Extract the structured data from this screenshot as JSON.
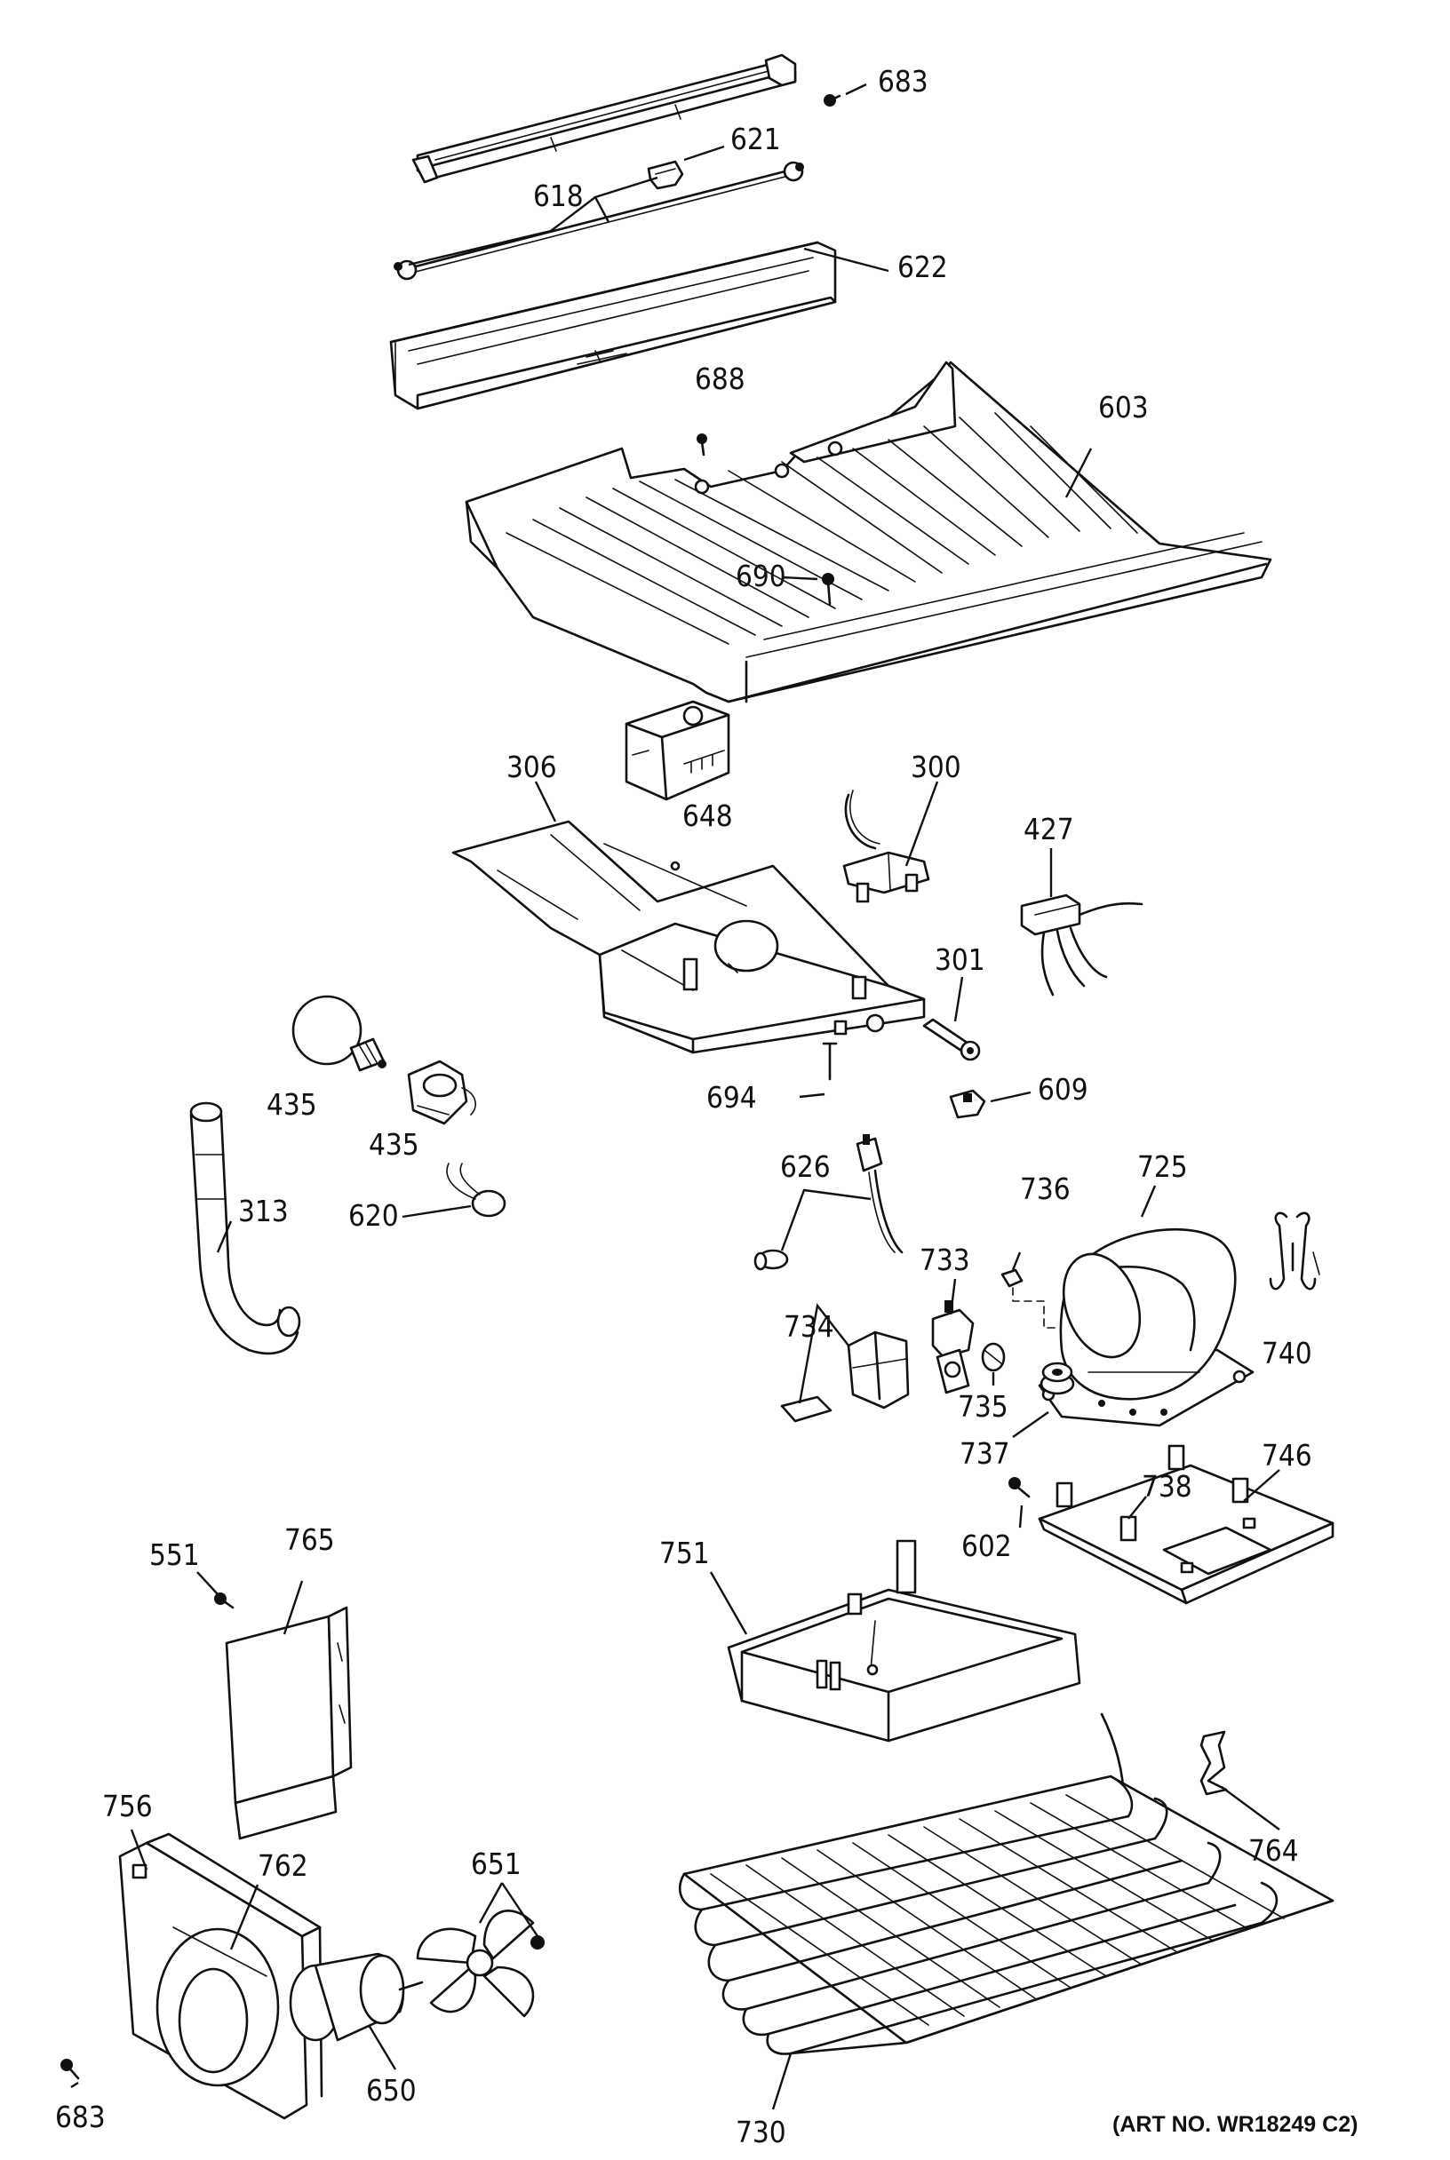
{
  "part_labels": {
    "p683_top": "683",
    "p621": "621",
    "p618": "618",
    "p622": "622",
    "p688": "688",
    "p603": "603",
    "p690": "690",
    "p648": "648",
    "p306": "306",
    "p300": "300",
    "p427": "427",
    "p301": "301",
    "p435_bulb": "435",
    "p435_socket": "435",
    "p694": "694",
    "p609": "609",
    "p313": "313",
    "p620": "620",
    "p626": "626",
    "p725": "725",
    "p736": "736",
    "p733": "733",
    "p740": "740",
    "p734": "734",
    "p735": "735",
    "p737": "737",
    "p746": "746",
    "p738": "738",
    "p602": "602",
    "p551": "551",
    "p765": "765",
    "p751": "751",
    "p651": "651",
    "p756": "756",
    "p762": "762",
    "p764": "764",
    "p650": "650",
    "p683_bottom": "683",
    "p730": "730"
  },
  "art_number": "(ART NO. WR18249 C2)"
}
